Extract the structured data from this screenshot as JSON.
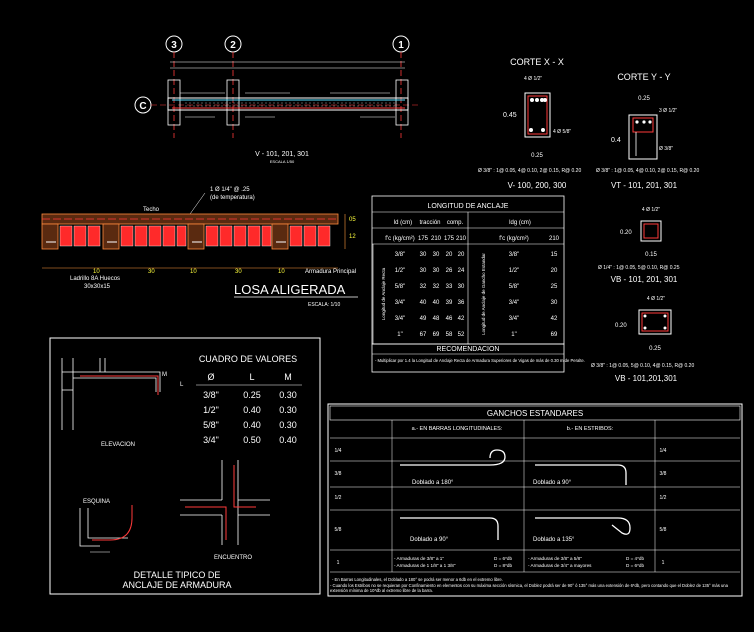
{
  "viga_top": {
    "axes": [
      "3",
      "2",
      "1"
    ],
    "axis_c": "C",
    "caption": "V - 101, 201, 301",
    "scale": "ESCALA 1/50"
  },
  "corte_xx": {
    "title": "CORTE X - X",
    "top_bars": "4 Ø 1/2\"",
    "bottom_bars": "4 Ø 5/8\"",
    "height": "0.45",
    "width": "0.25",
    "stirrups": "Ø 3/8\" : 1@ 0.05, 4@ 0.10, 2@ 0.15, R@ 0.20",
    "caption": "V- 100, 200, 300"
  },
  "corte_yy": {
    "title": "CORTE Y - Y",
    "bars": "3 Ø 1/2\"",
    "bar2": "Ø 3/8\"",
    "width": "0.25",
    "height": "0.4",
    "stirrups": "Ø 3/8\" : 1@ 0.05, 4@ 0.10, 2@ 0.15, R@ 0.20",
    "caption": "VT - 101, 201, 301"
  },
  "vb1": {
    "bars": "4 Ø 1/2\"",
    "height": "0.20",
    "width": "0.15",
    "stirrups": "Ø 1/4\" : 1@ 0.05, 5@ 0.10, R@ 0.25",
    "caption": "VB - 101, 201, 301"
  },
  "vb2": {
    "bars": "4 Ø 1/2\"",
    "height": "0.20",
    "width": "0.25",
    "stirrups": "Ø 3/8\" : 1@ 0.05, 5@ 0.10, 4@ 0.15, R@ 0.20",
    "caption": "VB - 101,201,301"
  },
  "losa": {
    "rebar_note": "1 Ø 1/4\" @ .25",
    "rebar_note2": "(de temperatura)",
    "techo": "Techo",
    "ladrillo": "Ladrillo 8A Huecos",
    "ladrillo2": "30x30x15",
    "armadura": "Armadura Principal",
    "dims": [
      "10",
      "30",
      "10",
      "30",
      "10"
    ],
    "d_top": "05",
    "d_side": "12",
    "title": "LOSA ALIGERADA",
    "scale": "ESCALA: 1/10"
  },
  "anclaje": {
    "title": "LONGITUD DE ANCLAJE",
    "hdr_ld": "ld (cm)",
    "hdr_tr": "tracción",
    "hdr_comp": "comp.",
    "hdr_ldg": "ldg (cm)",
    "fc_label": "f'c (kg/cm²)",
    "fc_vals": [
      "175",
      "210",
      "175",
      "210"
    ],
    "fc_ldg": [
      "f'c (kg/cm²)",
      "210"
    ],
    "side_left": "Longitud de Anclaje Recta",
    "side_right": "Longitud de Anclaje de Gancho Estandar",
    "rows": [
      {
        "d": "3/8\"",
        "v": [
          "30",
          "30",
          "20",
          "20"
        ],
        "d2": "3/8\"",
        "g": "15"
      },
      {
        "d": "1/2\"",
        "v": [
          "30",
          "30",
          "26",
          "24"
        ],
        "d2": "1/2\"",
        "g": "20"
      },
      {
        "d": "5/8\"",
        "v": [
          "32",
          "32",
          "33",
          "30"
        ],
        "d2": "5/8\"",
        "g": "25"
      },
      {
        "d": "3/4\"",
        "v": [
          "40",
          "40",
          "39",
          "36"
        ],
        "d2": "3/4\"",
        "g": "30"
      },
      {
        "d": "3/4\"",
        "v": [
          "49",
          "48",
          "46",
          "42"
        ],
        "d2": "3/4\"",
        "g": "42"
      },
      {
        "d": "1\"",
        "v": [
          "67",
          "69",
          "58",
          "52"
        ],
        "d2": "1\"",
        "g": "69"
      }
    ],
    "rec_title": "RECOMENDACION",
    "rec_text": "- Multiplicar por 1.4 la Longitud de Anclaje Recta de Armadura Superiores de Vigas de más de 0.30 m de Peralte."
  },
  "cuadro": {
    "title": "CUADRO DE VALORES",
    "headers": [
      "Ø",
      "L",
      "M"
    ],
    "rows": [
      [
        "3/8\"",
        "0.25",
        "0.30"
      ],
      [
        "1/2\"",
        "0.40",
        "0.30"
      ],
      [
        "5/8\"",
        "0.40",
        "0.30"
      ],
      [
        "3/4\"",
        "0.50",
        "0.40"
      ]
    ],
    "elevacion": "ELEVACION",
    "esquina": "ESQUINA",
    "encuentro": "ENCUENTRO",
    "lbl_l": "L",
    "lbl_m": "M",
    "title1": "DETALLE TIPICO DE",
    "title2": "ANCLAJE DE ARMADURA"
  },
  "ganchos": {
    "title": "GANCHOS ESTANDARES",
    "col_a": "a.- EN BARRAS LONGITUDINALES:",
    "col_b": "b.- EN ESTRIBOS:",
    "d180": "Doblado a 180°",
    "d90": "Doblado a 90°",
    "d90b": "Doblado a 90°",
    "d135": "Doblado a 135°",
    "left_rows": [
      "1/4",
      "3/8",
      "1/2",
      "5/8",
      "1"
    ],
    "right_rows": [
      "1/4",
      "3/8",
      "1/2",
      "5/8",
      "1"
    ],
    "note_a1": "- Armaduras de 3/8\" a 1\"",
    "note_a2": "- Armaduras de 1 1/8\" a 1 3/8\"",
    "note_a1v": "D = 6*db",
    "note_a2v": "D = 8*db",
    "note_b1": "- Armaduras de 3/8\" a 5/8\"",
    "note_b2": "- Armaduras de 3/4\" a mayores",
    "note_b1v": "D = 4*db",
    "note_b2v": "D = 6*db",
    "footnote1": "- En Barras Longitudinales, el Doblado a 180° se podrá ser menor a 6db en el extremo libre.",
    "footnote2": "- Cuando los Estribos no se requieran por Confinamiento en elementos con su máxima sección sísmica, el Doblez podrá ser de 90° ó 135° más una extensión de 6*db, pero contando que el Doblez de 135° más una extensión mínima de 10*db al extremo libre de la barra."
  }
}
